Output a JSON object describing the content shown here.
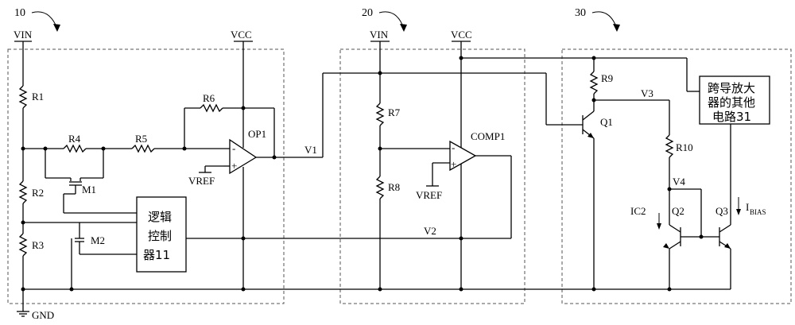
{
  "blocks": {
    "b10": "10",
    "b20": "20",
    "b30": "30"
  },
  "rails": {
    "vin1": "VIN",
    "vcc1": "VCC",
    "vin2": "VIN",
    "vcc2": "VCC",
    "gnd": "GND"
  },
  "components": {
    "r1": "R1",
    "r2": "R2",
    "r3": "R3",
    "r4": "R4",
    "r5": "R5",
    "r6": "R6",
    "r7": "R7",
    "r8": "R8",
    "r9": "R9",
    "r10": "R10",
    "m1": "M1",
    "m2": "M2",
    "op1": "OP1",
    "comp1": "COMP1",
    "q1": "Q1",
    "q2": "Q2",
    "q3": "Q3",
    "vref1": "VREF",
    "vref2": "VREF"
  },
  "nets": {
    "v1": "V1",
    "v2": "V2",
    "v3": "V3",
    "v4": "V4",
    "ic2": "IC2",
    "ibias_main": "I",
    "ibias_sub": "BIAS"
  },
  "boxes": {
    "logic_line1": "逻辑",
    "logic_line2": "控制",
    "logic_line3": "器11",
    "amp_line1": "跨导放大",
    "amp_line2": "器的其他",
    "amp_line3": "电路31"
  },
  "op_signs": {
    "minus": "-",
    "plus": "+"
  }
}
